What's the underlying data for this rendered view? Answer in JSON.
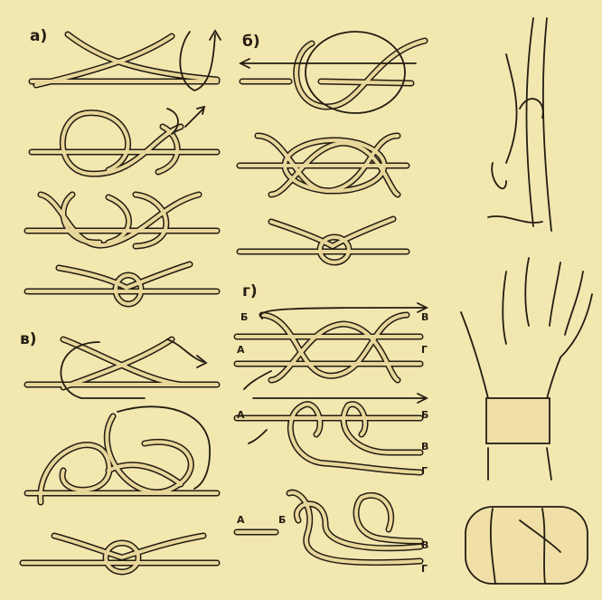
{
  "colors": {
    "paper": "#f3e7b0",
    "rope_fill": "#e8d79a",
    "ink": "#231c12",
    "skin": "#f0dfa6"
  },
  "panels": {
    "a": {
      "label": "а)"
    },
    "b": {
      "label": "б)"
    },
    "v": {
      "label": "в)"
    },
    "g": {
      "label": "г)",
      "row1": {
        "l1": "Б",
        "r1": "В",
        "l2": "А",
        "r2": "Г"
      },
      "row2": {
        "l1": "А",
        "r1": "Б",
        "r2": "В",
        "r3": "Г"
      },
      "row3": {
        "l1": "А",
        "l2": "Б",
        "r1": "В",
        "r2": "Г"
      }
    }
  }
}
